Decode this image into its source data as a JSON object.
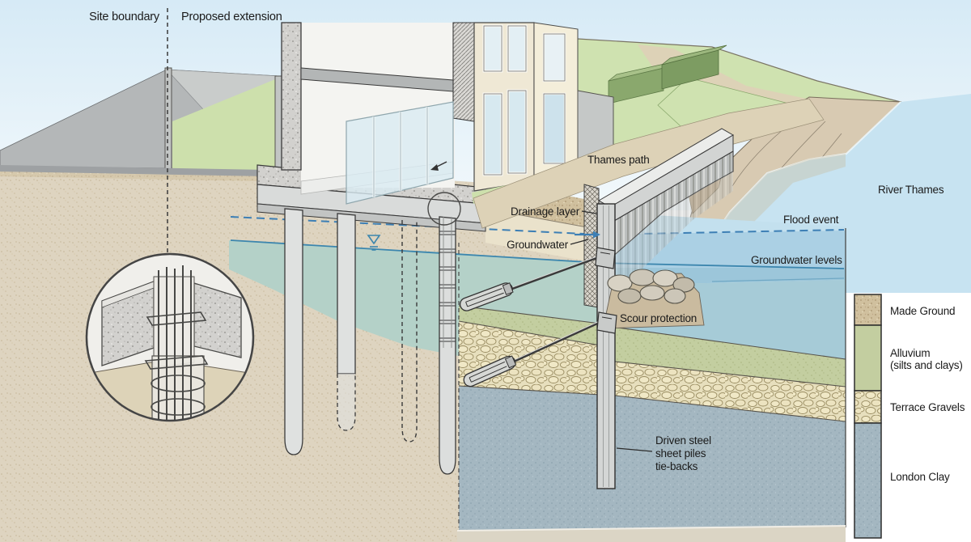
{
  "labels": {
    "site_boundary": "Site boundary",
    "proposed_extension": "Proposed extension",
    "thames_path": "Thames path",
    "drainage_layer": "Drainage layer",
    "groundwater": "Groundwater",
    "flood_event": "Flood event",
    "groundwater_levels": "Groundwater levels",
    "river_thames": "River Thames",
    "scour_protection": "Scour protection",
    "driven_steel": [
      "Driven steel",
      "sheet piles",
      "tie-backs"
    ]
  },
  "legend": {
    "items": [
      {
        "label": "Made Ground",
        "color": "#d0c09e"
      },
      {
        "label": "Alluvium",
        "sublabel": "(silts and clays)",
        "color": "#c3cea0"
      },
      {
        "label": "Terrace Gravels",
        "color": "#e7dfbd"
      },
      {
        "label": "London Clay",
        "color": "#a4b7c1"
      }
    ]
  },
  "colors": {
    "sky": "#dcecf6",
    "river_water": "#c7e3f1",
    "flood_line": "#3d7fb5",
    "groundwater_line": "#3c86ae",
    "saturated_zone": "#b4d1c8",
    "soil": "#ded4c0",
    "grass": "#cfe2b0",
    "path": "#ddd2b7",
    "concrete": "#d2d4d3"
  }
}
